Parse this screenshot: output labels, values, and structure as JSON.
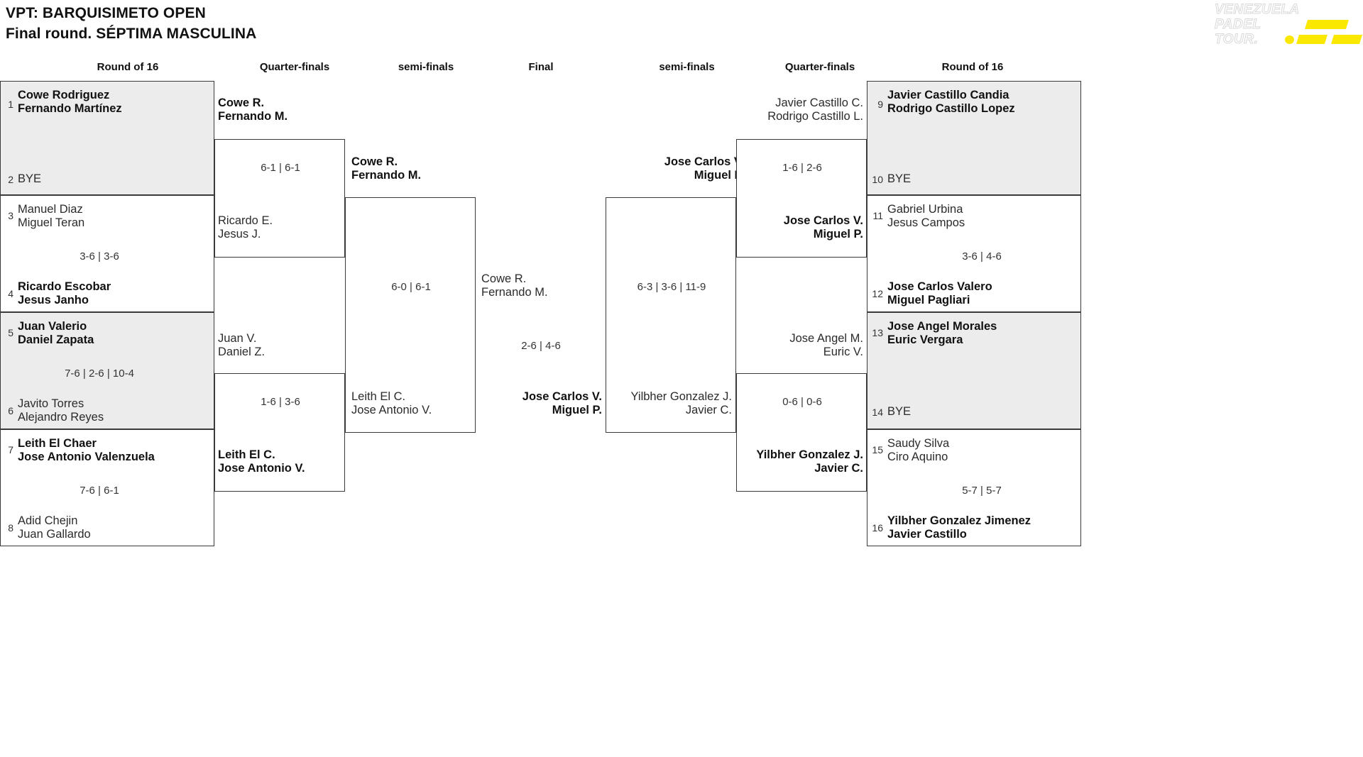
{
  "header": {
    "title_line1": "VPT: BARQUISIMETO OPEN",
    "title_line2": "Final round. SÉPTIMA MASCULINA"
  },
  "logo": {
    "line1": "VENEZUELA",
    "line2": "PADEL",
    "line3": "TOUR."
  },
  "round_headers": {
    "left_r16": "Round of 16",
    "left_qf": "Quarter-finals",
    "left_sf": "semi-finals",
    "final": "Final",
    "right_sf": "semi-finals",
    "right_qf": "Quarter-finals",
    "right_r16": "Round of 16"
  },
  "bracket": {
    "left_r16": [
      {
        "seed": "1",
        "player1": "Cowe Rodriguez",
        "player2": "Fernando Martínez",
        "winner": true
      },
      {
        "seed": "2",
        "player1": "BYE",
        "player2": "",
        "winner": false
      },
      {
        "seed": "3",
        "player1": "Manuel Diaz",
        "player2": "Miguel Teran",
        "winner": false
      },
      {
        "seed": "4",
        "player1": "Ricardo Escobar",
        "player2": "Jesus Janho",
        "winner": true
      },
      {
        "seed": "5",
        "player1": "Juan Valerio",
        "player2": "Daniel Zapata",
        "winner": true
      },
      {
        "seed": "6",
        "player1": "Javito Torres",
        "player2": "Alejandro Reyes",
        "winner": false
      },
      {
        "seed": "7",
        "player1": "Leith El Chaer",
        "player2": "Jose Antonio Valenzuela",
        "winner": true
      },
      {
        "seed": "8",
        "player1": "Adid Chejin",
        "player2": "Juan Gallardo",
        "winner": false
      }
    ],
    "left_r16_scores": [
      "",
      "3-6 | 3-6",
      "7-6 | 2-6 | 10-4",
      "7-6 | 6-1"
    ],
    "left_qf": [
      {
        "player1": "Cowe R.",
        "player2": "Fernando M.",
        "winner": true
      },
      {
        "player1": "Ricardo E.",
        "player2": "Jesus J.",
        "winner": false
      },
      {
        "player1": "Juan V.",
        "player2": "Daniel Z.",
        "winner": false
      },
      {
        "player1": "Leith El C.",
        "player2": "Jose Antonio V.",
        "winner": true
      }
    ],
    "left_qf_scores": [
      "6-1 | 6-1",
      "1-6 | 3-6"
    ],
    "left_sf": [
      {
        "player1": "Cowe R.",
        "player2": "Fernando M.",
        "winner": true
      },
      {
        "player1": "Leith El C.",
        "player2": "Jose Antonio V.",
        "winner": false
      }
    ],
    "left_sf_scores": [
      "6-0 | 6-1"
    ],
    "final": [
      {
        "player1": "Cowe R.",
        "player2": "Fernando M.",
        "winner": false
      },
      {
        "player1": "Jose Carlos V.",
        "player2": "Miguel P.",
        "winner": true
      }
    ],
    "final_score": "2-6 | 4-6",
    "right_sf": [
      {
        "player1": "Jose Carlos V.",
        "player2": "Miguel P.",
        "winner": true
      },
      {
        "player1": "Yilbher Gonzalez J.",
        "player2": "Javier C.",
        "winner": false
      }
    ],
    "right_sf_scores": [
      "6-3 | 3-6 | 11-9"
    ],
    "right_qf": [
      {
        "player1": "Javier Castillo C.",
        "player2": "Rodrigo Castillo L.",
        "winner": false
      },
      {
        "player1": "Jose Carlos V.",
        "player2": "Miguel P.",
        "winner": true
      },
      {
        "player1": "Jose Angel M.",
        "player2": "Euric V.",
        "winner": false
      },
      {
        "player1": "Yilbher Gonzalez J.",
        "player2": "Javier C.",
        "winner": true
      }
    ],
    "right_qf_scores": [
      "1-6 | 2-6",
      "0-6 | 0-6"
    ],
    "right_r16": [
      {
        "seed": "9",
        "player1": "Javier Castillo Candia",
        "player2": "Rodrigo Castillo Lopez",
        "winner": true
      },
      {
        "seed": "10",
        "player1": "BYE",
        "player2": "",
        "winner": false
      },
      {
        "seed": "11",
        "player1": "Gabriel Urbina",
        "player2": "Jesus Campos",
        "winner": false
      },
      {
        "seed": "12",
        "player1": "Jose Carlos Valero",
        "player2": "Miguel Pagliari",
        "winner": true
      },
      {
        "seed": "13",
        "player1": "Jose Angel Morales",
        "player2": "Euric Vergara",
        "winner": true
      },
      {
        "seed": "14",
        "player1": "BYE",
        "player2": "",
        "winner": false
      },
      {
        "seed": "15",
        "player1": "Saudy Silva",
        "player2": "Ciro Aquino",
        "winner": false
      },
      {
        "seed": "16",
        "player1": "Yilbher Gonzalez Jimenez",
        "player2": "Javier Castillo",
        "winner": true
      }
    ],
    "right_r16_scores": [
      "",
      "3-6 | 4-6",
      "",
      "5-7 | 5-7"
    ]
  },
  "colors": {
    "accent_yellow": "#fbe800",
    "shade_grey": "#ececec",
    "line": "#3a3a3a"
  }
}
